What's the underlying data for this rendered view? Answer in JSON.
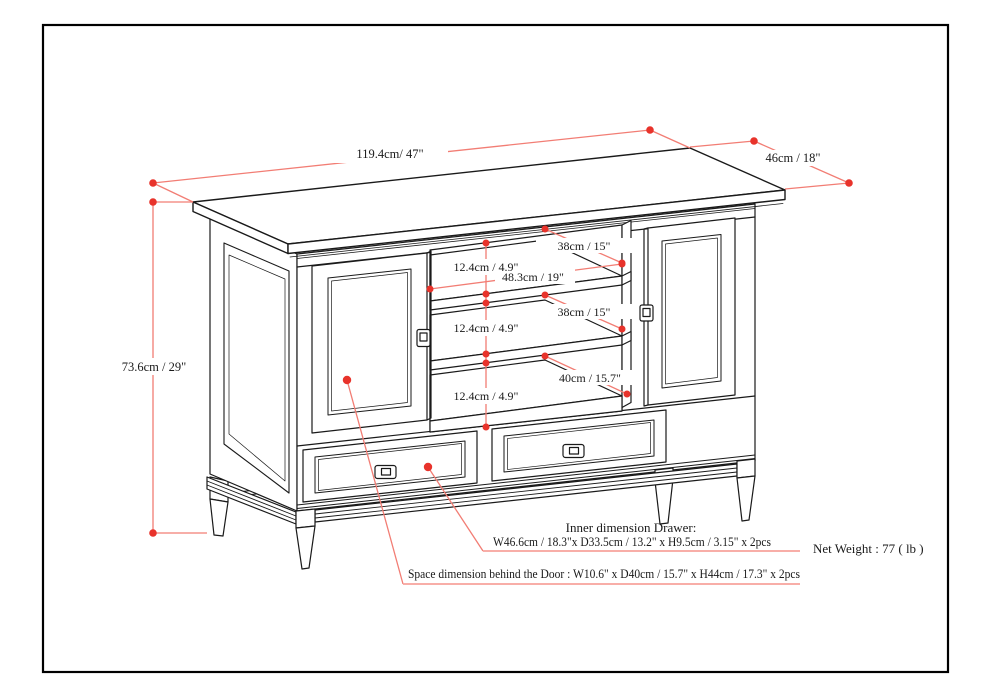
{
  "drawing": {
    "product": "tv-stand-dimension-diagram",
    "dimensions": {
      "top_width": "119.4cm/ 47\"",
      "top_depth": "46cm / 18\"",
      "overall_height": "73.6cm / 29\"",
      "opening_gap_top": "12.4cm / 4.9\"",
      "opening_gap_middle": "12.4cm / 4.9\"",
      "opening_gap_bottom": "12.4cm / 4.9\"",
      "opening_width": "48.3cm / 19\"",
      "shelf_depth_top": "38cm / 15\"",
      "shelf_depth_middle": "38cm / 15\"",
      "bottom_shelf_depth": "40cm / 15.7\""
    },
    "notes": {
      "drawer_title": "Inner dimension Drawer:",
      "drawer_dims": "W46.6cm / 18.3\"x D33.5cm / 13.2\" x H9.5cm / 3.15\" x 2pcs",
      "door_space": "Space dimension behind the Door  : W10.6\" x D40cm / 15.7\" x H44cm / 17.3\" x 2pcs",
      "net_weight": "Net Weight : 77 ( lb )"
    },
    "colors": {
      "line": "#1a1a1a",
      "dimension_line": "#f27d74",
      "underline": "#f7a39c",
      "dot": "#e8332b",
      "background": "#ffffff"
    }
  }
}
